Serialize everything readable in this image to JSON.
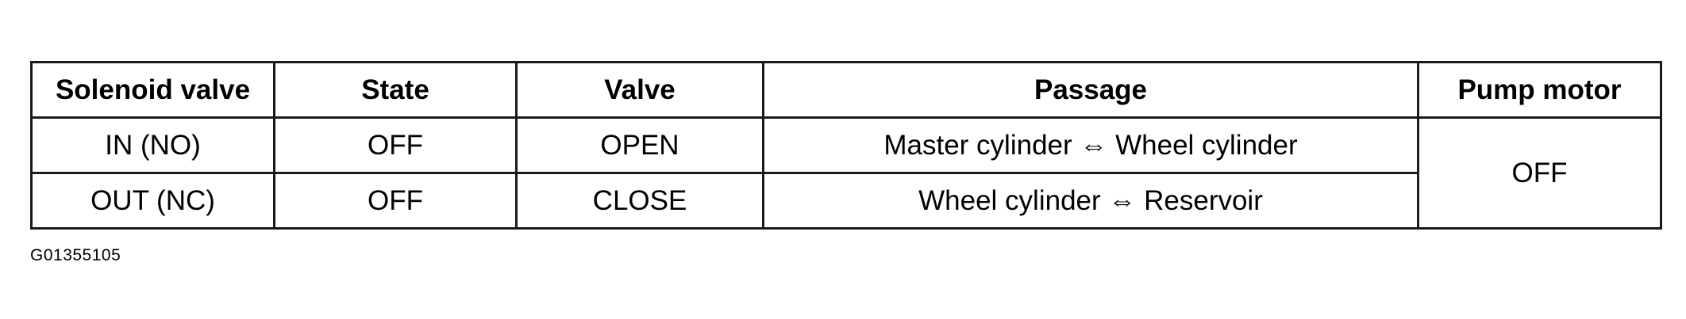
{
  "table": {
    "headers": [
      "Solenoid valve",
      "State",
      "Valve",
      "Passage",
      "Pump motor"
    ],
    "rows": [
      {
        "solenoid_valve": "IN (NO)",
        "state": "OFF",
        "valve": "OPEN",
        "passage": "Master cylinder ⇔ Wheel cylinder"
      },
      {
        "solenoid_valve": "OUT (NC)",
        "state": "OFF",
        "valve": "CLOSE",
        "passage": "Wheel cylinder ⇔ Reservoir"
      }
    ],
    "pump_motor": "OFF"
  },
  "figure_code": "G01355105"
}
